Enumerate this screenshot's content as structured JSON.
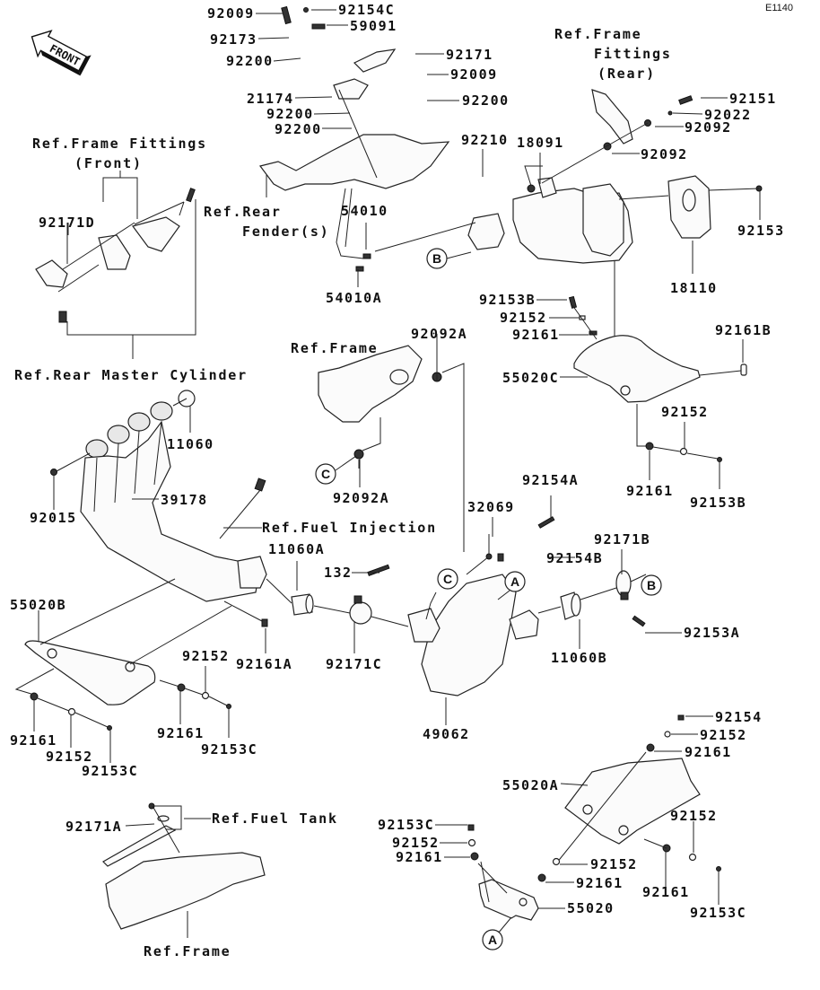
{
  "diagram_code": "E1140",
  "front_arrow": {
    "label": "FRONT",
    "icon": "front-direction-arrow-icon"
  },
  "reference_labels": {
    "frame_fittings_front": [
      "Ref.Frame Fittings",
      "(Front)"
    ],
    "frame_fittings_rear": [
      "Ref.Frame",
      "Fittings",
      "(Rear)"
    ],
    "rear_fender": [
      "Ref.Rear",
      "Fender(s)"
    ],
    "rear_master_cylinder": "Ref.Rear Master Cylinder",
    "frame_mid": "Ref.Frame",
    "fuel_injection": "Ref.Fuel Injection",
    "fuel_tank": "Ref.Fuel Tank",
    "frame_bottom": "Ref.Frame"
  },
  "connector_markers": [
    "A",
    "B",
    "C"
  ],
  "part_labels": {
    "p92009_top": "92009",
    "p92154C": "92154C",
    "p59091": "59091",
    "p92173": "92173",
    "p92200_a": "92200",
    "p92171": "92171",
    "p92009_b": "92009",
    "p21174": "21174",
    "p92200_b": "92200",
    "p92200_c": "92200",
    "p92200_d": "92200",
    "p54010": "54010",
    "p54010A": "54010A",
    "p92171D": "92171D",
    "p92151": "92151",
    "p92022": "92022",
    "p92092_a": "92092",
    "p92092_b": "92092",
    "p92210": "92210",
    "p18091": "18091",
    "p92153": "92153",
    "p18110": "18110",
    "p92153B_a": "92153B",
    "p92152_a": "92152",
    "p92161_a": "92161",
    "p92161B": "92161B",
    "p55020C": "55020C",
    "p92152_b": "92152",
    "p92161_b": "92161",
    "p92153B_b": "92153B",
    "p92092A_a": "92092A",
    "p92092A_b": "92092A",
    "p11060": "11060",
    "p92015": "92015",
    "p39178": "39178",
    "p32069": "32069",
    "p92154A": "92154A",
    "p92154B": "92154B",
    "p92171B": "92171B",
    "p11060A": "11060A",
    "p132": "132",
    "p92153A": "92153A",
    "p11060B": "11060B",
    "p55020B": "55020B",
    "p92161A": "92161A",
    "p92171C": "92171C",
    "p92152_c": "92152",
    "p92161_c": "92161",
    "p92153C_a": "92153C",
    "p92161_d": "92161",
    "p92152_d": "92152",
    "p92153C_b": "92153C",
    "p49062": "49062",
    "p92154": "92154",
    "p92152_e": "92152",
    "p92161_e": "92161",
    "p55020A": "55020A",
    "p92171A": "92171A",
    "p92153C_c": "92153C",
    "p92152_f": "92152",
    "p92161_f": "92161",
    "p92152_g": "92152",
    "p92161_g": "92161",
    "p55020": "55020",
    "p92152_h": "92152",
    "p92161_h": "92161",
    "p92153C_d": "92153C"
  }
}
